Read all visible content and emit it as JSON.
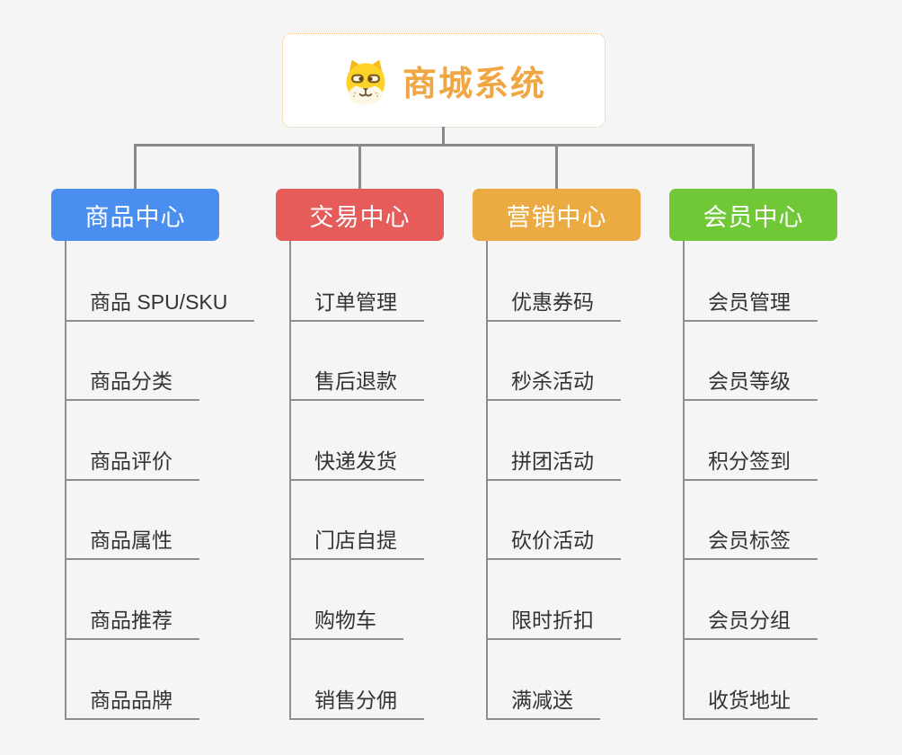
{
  "root": {
    "title": "商城系统",
    "icon": "dog-face-icon"
  },
  "branches": [
    {
      "label": "商品中心",
      "color": "#4a8ef0",
      "children": [
        "商品 SPU/SKU",
        "商品分类",
        "商品评价",
        "商品属性",
        "商品推荐",
        "商品品牌"
      ]
    },
    {
      "label": "交易中心",
      "color": "#e65c5a",
      "children": [
        "订单管理",
        "售后退款",
        "快递发货",
        "门店自提",
        "购物车",
        "销售分佣"
      ]
    },
    {
      "label": "营销中心",
      "color": "#ecab42",
      "children": [
        "优惠券码",
        "秒杀活动",
        "拼团活动",
        "砍价活动",
        "限时折扣",
        "满减送"
      ]
    },
    {
      "label": "会员中心",
      "color": "#71c837",
      "children": [
        "会员管理",
        "会员等级",
        "积分签到",
        "会员标签",
        "会员分组",
        "收货地址"
      ]
    }
  ],
  "colors": {
    "background": "#f5f5f6",
    "connector": "#8a8a8a",
    "underline": "#8e8e8e",
    "root_border": "#f0bd72",
    "root_title": "#f0a643"
  }
}
